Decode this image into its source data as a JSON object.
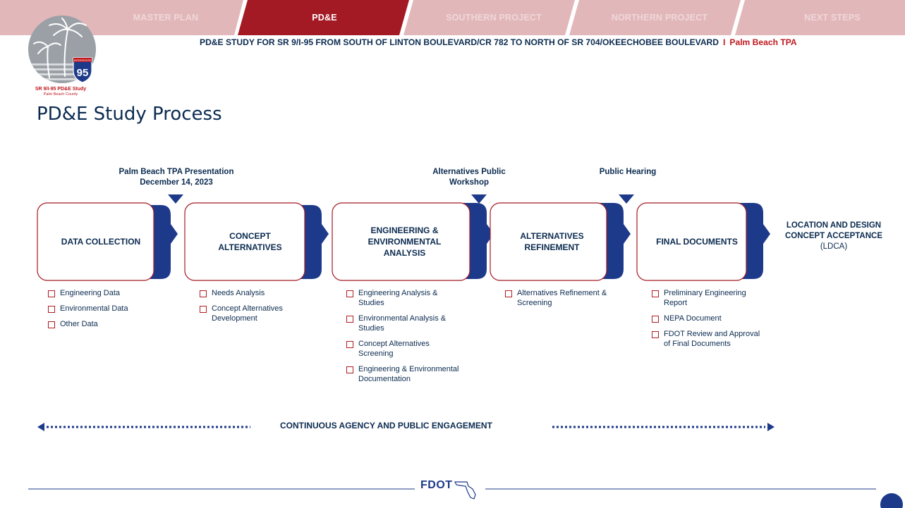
{
  "colors": {
    "navy": "#1d3a8a",
    "active_tab": "#a41a24",
    "inactive_tab": "#e2b7ba",
    "accent_red": "#c0181f"
  },
  "tabs": [
    {
      "label": "MASTER PLAN",
      "active": false
    },
    {
      "label": "PD&E",
      "active": true
    },
    {
      "label": "SOUTHERN PROJECT",
      "active": false
    },
    {
      "label": "NORTHERN PROJECT",
      "active": false
    },
    {
      "label": "NEXT STEPS",
      "active": false
    }
  ],
  "logo": {
    "shield_number": "95",
    "shield_label": "INTERSTATE",
    "caption_line1": "SR 9/I-95 PD&E Study",
    "caption_line2": "Palm Beach County"
  },
  "header": {
    "study_title": "PD&E STUDY FOR SR 9/I-95 FROM SOUTH OF LINTON BOULEVARD/CR 782 TO NORTH OF SR 704/OKEECHOBEE BOULEVARD",
    "separator": "I",
    "organization": "Palm Beach TPA"
  },
  "page_title": "PD&E Study Process",
  "milestones": [
    {
      "line1": "Palm Beach TPA Presentation",
      "line2": "December 14, 2023"
    },
    {
      "line1": "Alternatives Public",
      "line2": "Workshop"
    },
    {
      "line1": "Public Hearing",
      "line2": ""
    }
  ],
  "stages": [
    {
      "title": "DATA COLLECTION",
      "bullets": [
        "Engineering Data",
        "Environmental Data",
        "Other Data"
      ]
    },
    {
      "title": "CONCEPT\nALTERNATIVES",
      "bullets": [
        "Needs Analysis",
        "Concept Alternatives Development"
      ]
    },
    {
      "title": "ENGINEERING &\nENVIRONMENTAL\nANALYSIS",
      "bullets": [
        "Engineering Analysis & Studies",
        "Environmental Analysis & Studies",
        "Concept Alternatives Screening",
        "Engineering & Environmental Documentation"
      ]
    },
    {
      "title": "ALTERNATIVES\nREFINEMENT",
      "bullets": [
        "Alternatives Refinement & Screening"
      ]
    },
    {
      "title": "FINAL DOCUMENTS",
      "bullets": [
        "Preliminary Engineering Report",
        "NEPA Document",
        "FDOT Review and Approval of Final Documents"
      ]
    }
  ],
  "outcome": {
    "title": "LOCATION AND DESIGN CONCEPT ACCEPTANCE",
    "abbr": "(LDCA)"
  },
  "engagement_label": "CONTINUOUS AGENCY AND PUBLIC ENGAGEMENT",
  "footer": {
    "logo_text": "FDOT"
  }
}
